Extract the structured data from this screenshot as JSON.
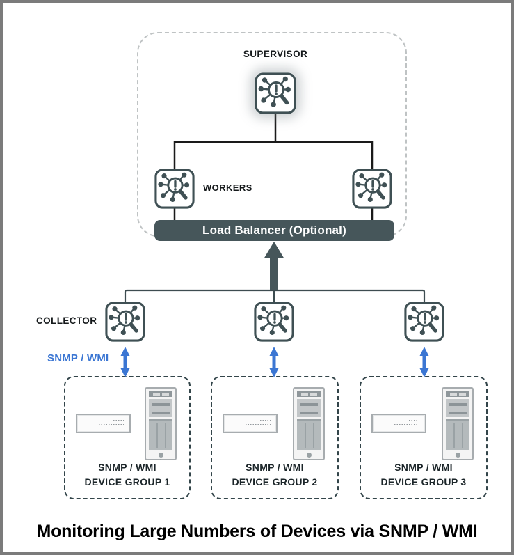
{
  "supervisor": {
    "label": "SUPERVISOR"
  },
  "workers": {
    "label": "WORKERS"
  },
  "load_balancer": {
    "label": "Load Balancer (Optional)",
    "bg": "#46565a",
    "text_color": "#ffffff"
  },
  "collector": {
    "label": "COLLECTOR"
  },
  "protocol": {
    "label": "SNMP / WMI",
    "color": "#3b76d3"
  },
  "device_groups": [
    {
      "line1": "SNMP / WMI",
      "line2": "DEVICE GROUP 1"
    },
    {
      "line1": "SNMP / WMI",
      "line2": "DEVICE GROUP 2"
    },
    {
      "line1": "SNMP / WMI",
      "line2": "DEVICE GROUP 3"
    }
  ],
  "title": "Monitoring Large Numbers of Devices via SNMP / WMI",
  "icons": {
    "node": "network-monitor-magnifier-icon",
    "rack": "rack-appliance-icon",
    "tower": "tower-pc-icon",
    "up_arrow": "thick-up-arrow",
    "snmp_arrow": "blue-double-arrow"
  },
  "colors": {
    "slate": "#46565a",
    "icon_stroke": "#3f5054",
    "blue_arrow": "#3b76d3",
    "black_line": "#1a1a1a",
    "tree_line": "#3d4c50",
    "cluster_dash": "#bfc3c4",
    "group_dash": "#33454a",
    "frame_border": "#7b7b7b"
  }
}
